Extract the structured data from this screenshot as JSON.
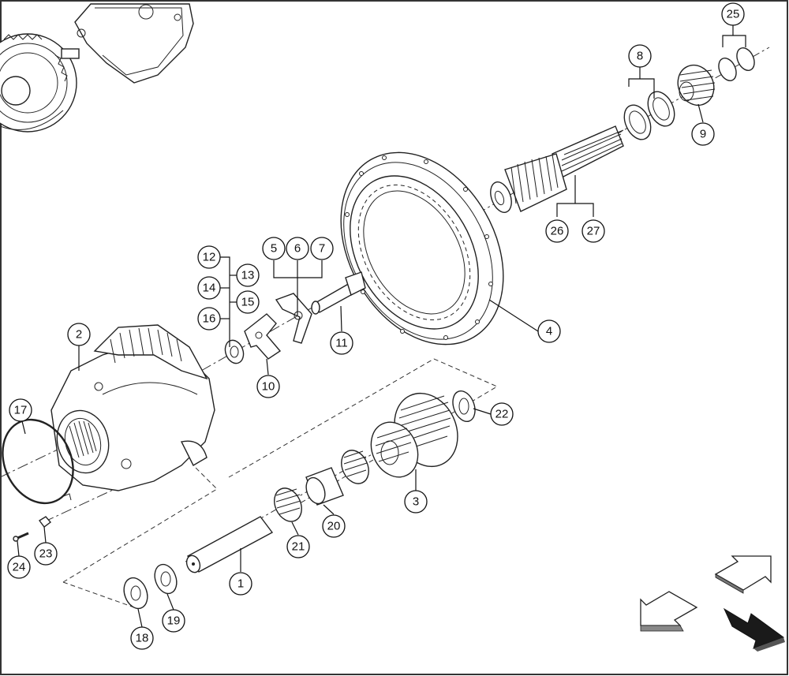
{
  "callouts": [
    {
      "id": "c1",
      "label": "1"
    },
    {
      "id": "c2",
      "label": "2"
    },
    {
      "id": "c3",
      "label": "3"
    },
    {
      "id": "c4",
      "label": "4"
    },
    {
      "id": "c5",
      "label": "5"
    },
    {
      "id": "c6",
      "label": "6"
    },
    {
      "id": "c7",
      "label": "7"
    },
    {
      "id": "c8",
      "label": "8"
    },
    {
      "id": "c9",
      "label": "9"
    },
    {
      "id": "c10",
      "label": "10"
    },
    {
      "id": "c11",
      "label": "11"
    },
    {
      "id": "c12",
      "label": "12"
    },
    {
      "id": "c13",
      "label": "13"
    },
    {
      "id": "c14",
      "label": "14"
    },
    {
      "id": "c15",
      "label": "15"
    },
    {
      "id": "c16",
      "label": "16"
    },
    {
      "id": "c17",
      "label": "17"
    },
    {
      "id": "c18",
      "label": "18"
    },
    {
      "id": "c19",
      "label": "19"
    },
    {
      "id": "c20",
      "label": "20"
    },
    {
      "id": "c21",
      "label": "21"
    },
    {
      "id": "c22",
      "label": "22"
    },
    {
      "id": "c23",
      "label": "23"
    },
    {
      "id": "c24",
      "label": "24"
    },
    {
      "id": "c25",
      "label": "25"
    },
    {
      "id": "c26",
      "label": "26"
    },
    {
      "id": "c27",
      "label": "27"
    }
  ],
  "nav": {
    "prev_icon": "arrow-down-left-icon",
    "next_icon": "arrow-up-right-icon",
    "active_icon": "arrow-down-right-icon"
  },
  "colors": {
    "line": "#222222",
    "background": "#ffffff",
    "active_arrow": "#1a1a1a"
  }
}
